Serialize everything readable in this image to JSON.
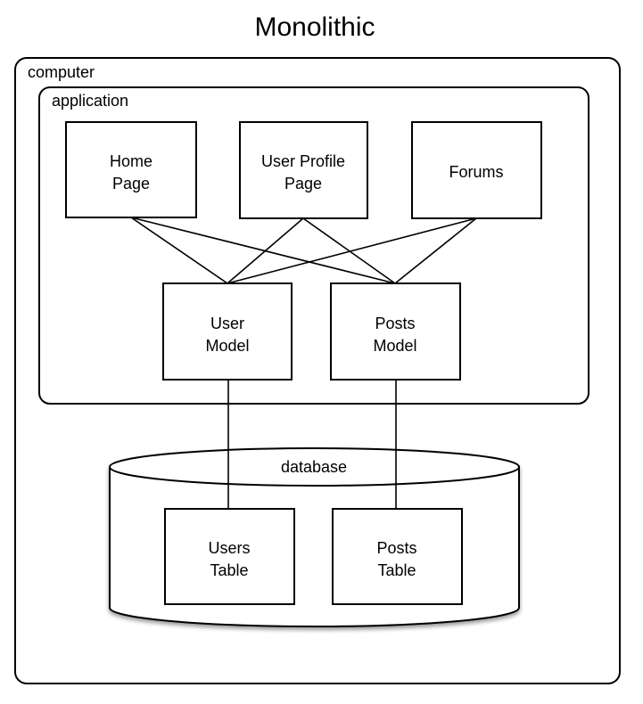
{
  "title": "Monolithic",
  "diagram": {
    "containers": {
      "computer": {
        "label": "computer"
      },
      "application": {
        "label": "application"
      },
      "database": {
        "label": "database"
      }
    },
    "nodes": {
      "home_page": {
        "line1": "Home",
        "line2": "Page"
      },
      "user_profile_page": {
        "line1": "User Profile",
        "line2": "Page"
      },
      "forums": {
        "line1": "Forums"
      },
      "user_model": {
        "line1": "User",
        "line2": "Model"
      },
      "posts_model": {
        "line1": "Posts",
        "line2": "Model"
      },
      "users_table": {
        "line1": "Users",
        "line2": "Table"
      },
      "posts_table": {
        "line1": "Posts",
        "line2": "Table"
      }
    },
    "edges": [
      {
        "from": "home_page",
        "to": "user_model"
      },
      {
        "from": "home_page",
        "to": "posts_model"
      },
      {
        "from": "user_profile_page",
        "to": "user_model"
      },
      {
        "from": "user_profile_page",
        "to": "posts_model"
      },
      {
        "from": "forums",
        "to": "user_model"
      },
      {
        "from": "forums",
        "to": "posts_model"
      },
      {
        "from": "user_model",
        "to": "users_table"
      },
      {
        "from": "posts_model",
        "to": "posts_table"
      }
    ],
    "colors": {
      "stroke": "#000000",
      "fill": "#ffffff",
      "text": "#000000"
    }
  }
}
